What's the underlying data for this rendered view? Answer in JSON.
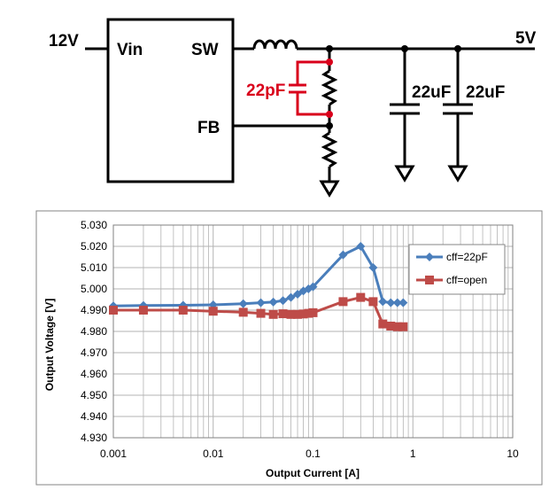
{
  "circuit": {
    "input_label": "12V",
    "output_label": "5V",
    "pin_vin": "Vin",
    "pin_sw": "SW",
    "pin_fb": "FB",
    "cff_label": "22pF",
    "cap1_label": "22uF",
    "cap2_label": "22uF",
    "cff_color": "#d9001b"
  },
  "chart_data": {
    "type": "line",
    "title": "",
    "xlabel": "Output Current [A]",
    "ylabel": "Output Voltage [V]",
    "x_scale": "log",
    "xlim": [
      0.001,
      10
    ],
    "ylim": [
      4.93,
      5.03
    ],
    "x_ticks": [
      "0.001",
      "0.01",
      "0.1",
      "1",
      "10"
    ],
    "y_ticks": [
      "5.030",
      "5.020",
      "5.010",
      "5.000",
      "4.990",
      "4.980",
      "4.970",
      "4.960",
      "4.950",
      "4.940",
      "4.930"
    ],
    "grid": true,
    "legend_position": "right",
    "series": [
      {
        "name": "cff=22pF",
        "color": "#4a7ebb",
        "marker": "diamond",
        "x": [
          0.001,
          0.002,
          0.005,
          0.01,
          0.02,
          0.03,
          0.04,
          0.05,
          0.06,
          0.07,
          0.08,
          0.09,
          0.1,
          0.2,
          0.3,
          0.4,
          0.5,
          0.6,
          0.7,
          0.8
        ],
        "y": [
          4.992,
          4.9922,
          4.9923,
          4.9925,
          4.993,
          4.9935,
          4.9938,
          4.9945,
          4.996,
          4.9975,
          4.999,
          5.0,
          5.001,
          5.016,
          5.02,
          5.01,
          4.994,
          4.9935,
          4.9935,
          4.9935
        ]
      },
      {
        "name": "cff=open",
        "color": "#be4b48",
        "marker": "square",
        "x": [
          0.001,
          0.002,
          0.005,
          0.01,
          0.02,
          0.03,
          0.04,
          0.05,
          0.06,
          0.07,
          0.08,
          0.09,
          0.1,
          0.2,
          0.3,
          0.4,
          0.5,
          0.6,
          0.7,
          0.8
        ],
        "y": [
          4.99,
          4.99,
          4.99,
          4.9895,
          4.989,
          4.9885,
          4.988,
          4.9883,
          4.988,
          4.988,
          4.9882,
          4.9885,
          4.9888,
          4.994,
          4.996,
          4.994,
          4.9835,
          4.9825,
          4.9822,
          4.9822
        ]
      }
    ]
  }
}
